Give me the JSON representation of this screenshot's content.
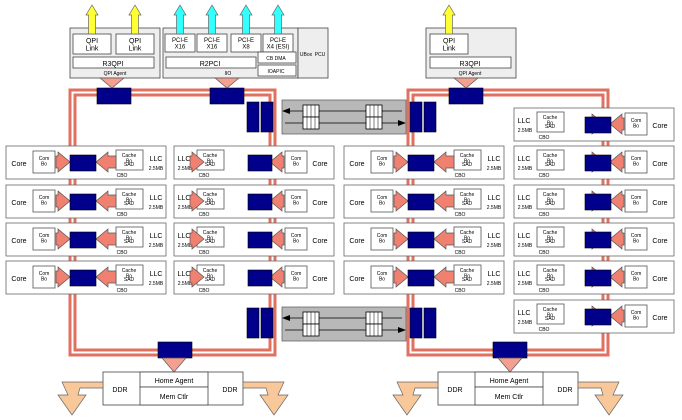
{
  "qpi_left": {
    "links": [
      "QPI\nLink",
      "QPI\nLink"
    ],
    "r3qpi": "R3QPI",
    "agent": "QPI Agent"
  },
  "pcie": {
    "ports": [
      "PCI-E\nX16",
      "PCI-E\nX16",
      "PCI-E\nX8",
      "PCI-E\nX4 (ESI)"
    ],
    "r2pci": "R2PCI",
    "iio": "IIO",
    "cbdma": "CB DMA",
    "ioapic": "IOAPIC",
    "ubox": "UBox",
    "pcu": "PCU"
  },
  "qpi_right": {
    "link": "QPI\nLink",
    "r3qpi": "R3QPI",
    "agent": "QPI Agent"
  },
  "tile": {
    "core": "Core",
    "combo": "Com\nBo",
    "cache": "Cache\nBo",
    "sad": "SAD",
    "cbo": "CBO",
    "llc": "LLC",
    "llc_size": "2.5MB"
  },
  "memory_left": {
    "ddr_a": "DDR",
    "ddr_b": "DDR",
    "home_agent": "Home Agent",
    "mem_ctlr": "Mem Ctlr"
  },
  "memory_right": {
    "ddr_a": "DDR",
    "ddr_b": "DDR",
    "home_agent": "Home Agent",
    "mem_ctlr": "Mem Ctlr"
  },
  "colors": {
    "ring": "#e07060",
    "ring_fill": "#f4b8ae",
    "stop": "#00008b",
    "arrow": "#f08070",
    "yellow": "#ffff33",
    "cyan": "#33ffff",
    "ddr_arrow": "#f8c79a",
    "gray": "#b8b8b8"
  }
}
